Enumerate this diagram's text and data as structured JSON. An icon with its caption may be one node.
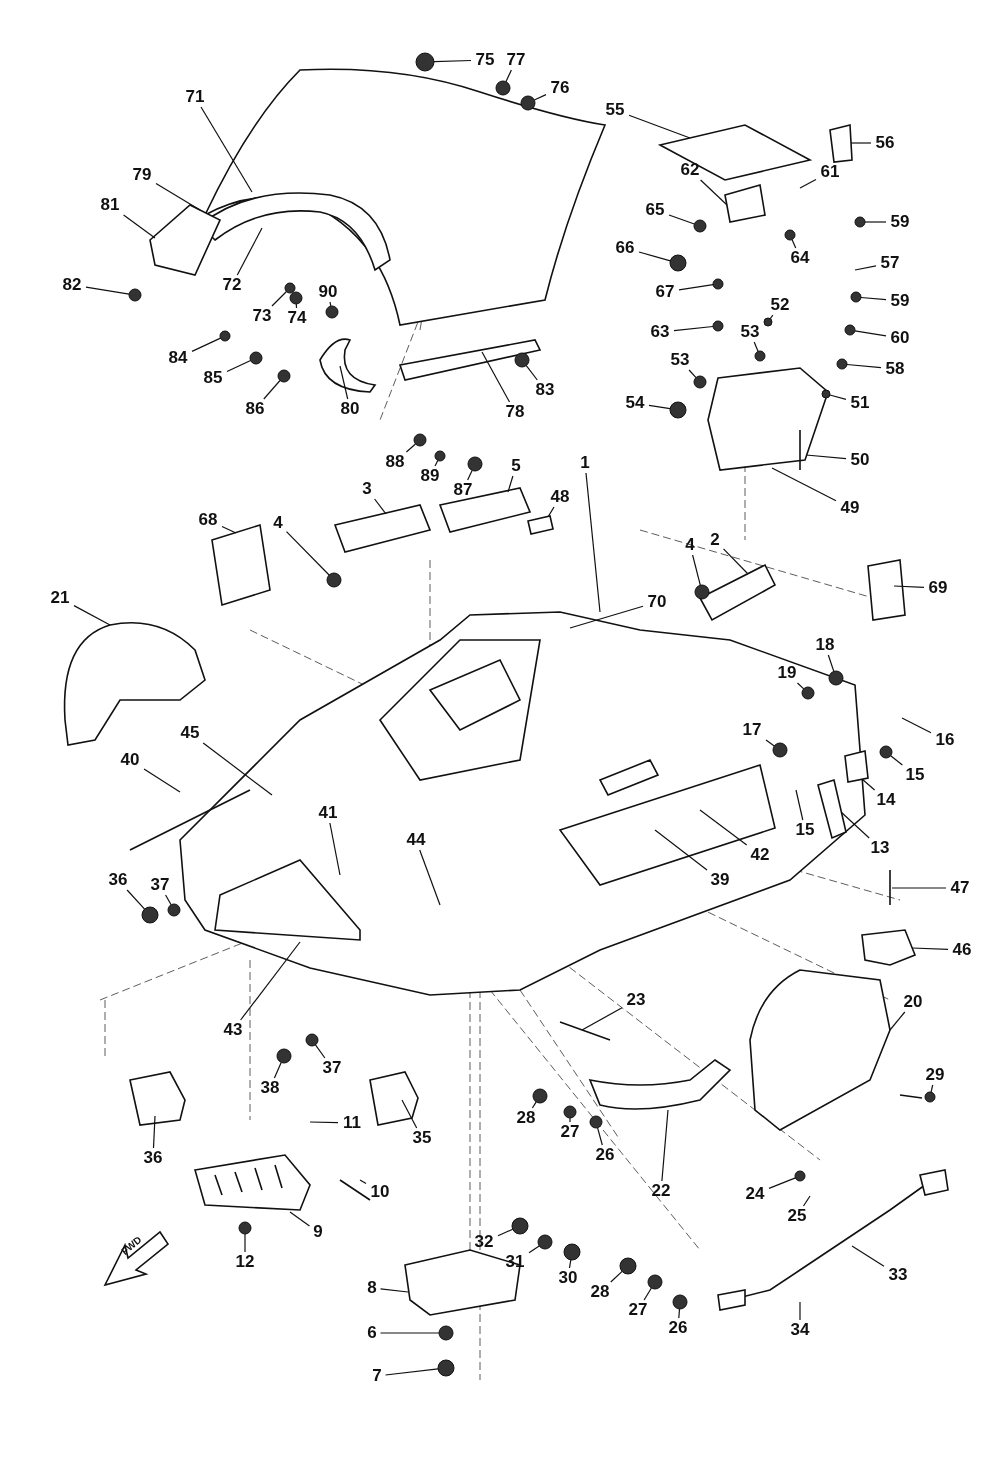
{
  "diagram": {
    "nodes": [
      {
        "text": [
          "75"
        ]
      },
      {
        "text": [
          "77"
        ]
      },
      {
        "text": [
          "76"
        ]
      },
      {
        "text": [
          "71"
        ]
      },
      {
        "text": [
          "55"
        ]
      },
      {
        "text": [
          "56"
        ]
      },
      {
        "text": [
          "79"
        ]
      },
      {
        "text": [
          "61"
        ]
      },
      {
        "text": [
          "62"
        ]
      },
      {
        "text": [
          "81"
        ]
      },
      {
        "text": [
          "65"
        ]
      },
      {
        "text": [
          "59"
        ]
      },
      {
        "text": [
          "66"
        ]
      },
      {
        "text": [
          "64"
        ]
      },
      {
        "text": [
          "57"
        ]
      },
      {
        "text": [
          "82"
        ]
      },
      {
        "text": [
          "72"
        ]
      },
      {
        "text": [
          "90"
        ]
      },
      {
        "text": [
          "67"
        ]
      },
      {
        "text": [
          "59"
        ]
      },
      {
        "text": [
          "52"
        ]
      },
      {
        "text": [
          "73"
        ]
      },
      {
        "text": [
          "74"
        ]
      },
      {
        "text": [
          "63"
        ]
      },
      {
        "text": [
          "53"
        ]
      },
      {
        "text": [
          "60"
        ]
      },
      {
        "text": [
          "84"
        ]
      },
      {
        "text": [
          "58"
        ]
      },
      {
        "text": [
          "53"
        ]
      },
      {
        "text": [
          "85"
        ]
      },
      {
        "text": [
          "83"
        ]
      },
      {
        "text": [
          "51"
        ]
      },
      {
        "text": [
          "54"
        ]
      },
      {
        "text": [
          "86"
        ]
      },
      {
        "text": [
          "80"
        ]
      },
      {
        "text": [
          "78"
        ]
      },
      {
        "text": [
          "50"
        ]
      },
      {
        "text": [
          "88"
        ]
      },
      {
        "text": [
          "5"
        ]
      },
      {
        "text": [
          "1"
        ]
      },
      {
        "text": [
          "89"
        ]
      },
      {
        "text": [
          "3"
        ]
      },
      {
        "text": [
          "87"
        ]
      },
      {
        "text": [
          "48"
        ]
      },
      {
        "text": [
          "49"
        ]
      },
      {
        "text": [
          "68"
        ]
      },
      {
        "text": [
          "4"
        ]
      },
      {
        "text": [
          "2"
        ]
      },
      {
        "text": [
          "4"
        ]
      },
      {
        "text": [
          "69"
        ]
      },
      {
        "text": [
          "21"
        ]
      },
      {
        "text": [
          "70"
        ]
      },
      {
        "text": [
          "18"
        ]
      },
      {
        "text": [
          "19"
        ]
      },
      {
        "text": [
          "17"
        ]
      },
      {
        "text": [
          "45"
        ]
      },
      {
        "text": [
          "16"
        ]
      },
      {
        "text": [
          "40"
        ]
      },
      {
        "text": [
          "15"
        ]
      },
      {
        "text": [
          "14"
        ]
      },
      {
        "text": [
          "41"
        ]
      },
      {
        "text": [
          "15"
        ]
      },
      {
        "text": [
          "44"
        ]
      },
      {
        "text": [
          "13"
        ]
      },
      {
        "text": [
          "42"
        ]
      },
      {
        "text": [
          "39"
        ]
      },
      {
        "text": [
          "36"
        ]
      },
      {
        "text": [
          "37"
        ]
      },
      {
        "text": [
          "47"
        ]
      },
      {
        "text": [
          "46"
        ]
      },
      {
        "text": [
          "23"
        ]
      },
      {
        "text": [
          "20"
        ]
      },
      {
        "text": [
          "43"
        ]
      },
      {
        "text": [
          "37"
        ]
      },
      {
        "text": [
          "29"
        ]
      },
      {
        "text": [
          "38"
        ]
      },
      {
        "text": [
          "28"
        ]
      },
      {
        "text": [
          "11"
        ]
      },
      {
        "text": [
          "27"
        ]
      },
      {
        "text": [
          "35"
        ]
      },
      {
        "text": [
          "26"
        ]
      },
      {
        "text": [
          "36"
        ]
      },
      {
        "text": [
          "22"
        ]
      },
      {
        "text": [
          "10"
        ]
      },
      {
        "text": [
          "24"
        ]
      },
      {
        "text": [
          "25"
        ]
      },
      {
        "text": [
          "9"
        ]
      },
      {
        "text": [
          "32"
        ]
      },
      {
        "text": [
          "12"
        ]
      },
      {
        "text": [
          "31"
        ]
      },
      {
        "text": [
          "33"
        ]
      },
      {
        "text": [
          "30"
        ]
      },
      {
        "text": [
          "8"
        ]
      },
      {
        "text": [
          "28"
        ]
      },
      {
        "text": [
          "27"
        ]
      },
      {
        "text": [
          "26"
        ]
      },
      {
        "text": [
          "34"
        ]
      },
      {
        "text": [
          "6"
        ]
      },
      {
        "text": [
          "7"
        ]
      },
      {
        "text": [],
        "shape": "circle"
      },
      {
        "text": [],
        "shape": "circle"
      },
      {
        "text": [],
        "shape": "circle"
      },
      {
        "text": [],
        "shape": "circle"
      },
      {
        "text": [],
        "shape": "circle"
      },
      {
        "text": [],
        "shape": "circle"
      },
      {
        "text": [],
        "shape": "circle"
      },
      {
        "text": [],
        "shape": "circle"
      },
      {
        "text": [],
        "shape": "circle"
      },
      {
        "text": [],
        "shape": "circle"
      },
      {
        "text": [],
        "shape": "circle"
      },
      {
        "text": [],
        "shape": "circle"
      },
      {
        "text": [],
        "shape": "circle"
      },
      {
        "text": [],
        "shape": "circle"
      },
      {
        "text": [],
        "shape": "circle"
      },
      {
        "text": [],
        "shape": "circle"
      },
      {
        "text": [],
        "shape": "circle"
      },
      {
        "text": [],
        "shape": "circle"
      },
      {
        "text": [],
        "shape": "circle"
      },
      {
        "text": [],
        "shape": "circle"
      },
      {
        "text": [],
        "shape": "circle"
      },
      {
        "text": [],
        "shape": "circle"
      },
      {
        "text": [],
        "shape": "circle"
      },
      {
        "text": [],
        "shape": "circle"
      },
      {
        "text": [],
        "shape": "circle"
      },
      {
        "text": [],
        "shape": "circle"
      },
      {
        "text": [],
        "shape": "circle"
      },
      {
        "text": [],
        "shape": "circle"
      },
      {
        "text": [],
        "shape": "circle"
      },
      {
        "text": [],
        "shape": "circle"
      },
      {
        "text": [],
        "shape": "circle"
      },
      {
        "text": [],
        "shape": "circle"
      },
      {
        "text": [],
        "shape": "circle"
      },
      {
        "text": [],
        "shape": "circle"
      },
      {
        "text": [],
        "shape": "circle"
      },
      {
        "text": [],
        "shape": "circle"
      },
      {
        "text": [],
        "shape": "circle"
      },
      {
        "text": [],
        "shape": "circle"
      },
      {
        "text": [],
        "shape": "circle"
      },
      {
        "text": [],
        "shape": "circle"
      },
      {
        "text": [],
        "shape": "circle"
      },
      {
        "text": [],
        "shape": "circle"
      },
      {
        "text": [],
        "shape": "circle"
      },
      {
        "text": [],
        "shape": "circle"
      },
      {
        "text": [],
        "shape": "circle"
      },
      {
        "text": [],
        "shape": "circle"
      },
      {
        "text": [],
        "shape": "circle"
      },
      {
        "text": [],
        "shape": "circle"
      },
      {
        "text": [],
        "shape": "circle"
      },
      {
        "text": [],
        "shape": "circle"
      },
      {
        "text": [],
        "shape": "circle"
      },
      {
        "text": [],
        "shape": "circle"
      },
      {
        "text": [],
        "shape": "box"
      },
      {
        "text": [],
        "shape": "box"
      },
      {
        "text": [],
        "shape": "box"
      },
      {
        "text": [],
        "shape": "box"
      },
      {
        "text": [],
        "shape": "box"
      }
    ],
    "edges": [
      {
        "from": 0,
        "to": 99,
        "arrow": "none"
      },
      {
        "from": 1,
        "to": 100,
        "arrow": "none"
      },
      {
        "from": 2,
        "to": 101,
        "arrow": "none"
      },
      {
        "from": 3,
        "to": null,
        "arrow": "none"
      },
      {
        "from": 4,
        "to": 151,
        "arrow": "none"
      },
      {
        "from": 5,
        "to": 152,
        "arrow": "none"
      },
      {
        "from": 6,
        "to": null,
        "arrow": "none"
      },
      {
        "from": 7,
        "to": null,
        "arrow": "none"
      },
      {
        "from": 8,
        "to": null,
        "arrow": "none"
      },
      {
        "from": 9,
        "to": null,
        "arrow": "none"
      },
      {
        "from": 10,
        "to": 110,
        "arrow": "none"
      },
      {
        "from": 11,
        "to": 114,
        "arrow": "none"
      },
      {
        "from": 12,
        "to": 109,
        "arrow": "none"
      },
      {
        "from": 13,
        "to": 113,
        "arrow": "none"
      },
      {
        "from": 14,
        "to": null,
        "arrow": "none"
      },
      {
        "from": 15,
        "to": 108,
        "arrow": "none"
      },
      {
        "from": 16,
        "to": null,
        "arrow": "none"
      },
      {
        "from": 17,
        "to": 102,
        "arrow": "none"
      },
      {
        "from": 18,
        "to": 111,
        "arrow": "none"
      },
      {
        "from": 19,
        "to": 115,
        "arrow": "none"
      },
      {
        "from": 20,
        "to": 122,
        "arrow": "none"
      },
      {
        "from": 21,
        "to": 104,
        "arrow": "none"
      },
      {
        "from": 22,
        "to": 103,
        "arrow": "none"
      },
      {
        "from": 23,
        "to": 112,
        "arrow": "none"
      },
      {
        "from": 24,
        "to": 119,
        "arrow": "none"
      },
      {
        "from": 25,
        "to": 116,
        "arrow": "none"
      },
      {
        "from": 26,
        "to": 107,
        "arrow": "none"
      },
      {
        "from": 27,
        "to": 117,
        "arrow": "none"
      },
      {
        "from": 28,
        "to": 120,
        "arrow": "none"
      },
      {
        "from": 29,
        "to": 105,
        "arrow": "none"
      },
      {
        "from": 30,
        "to": 126,
        "arrow": "none"
      },
      {
        "from": 31,
        "to": 118,
        "arrow": "none"
      },
      {
        "from": 32,
        "to": 121,
        "arrow": "none"
      },
      {
        "from": 33,
        "to": 106,
        "arrow": "none"
      },
      {
        "from": 34,
        "to": null,
        "arrow": "none"
      },
      {
        "from": 35,
        "to": null,
        "arrow": "none"
      },
      {
        "from": 36,
        "to": null,
        "arrow": "none"
      },
      {
        "from": 37,
        "to": 123,
        "arrow": "none"
      },
      {
        "from": 38,
        "to": null,
        "arrow": "none"
      },
      {
        "from": 39,
        "to": null,
        "arrow": "none"
      },
      {
        "from": 40,
        "to": 124,
        "arrow": "none"
      },
      {
        "from": 41,
        "to": null,
        "arrow": "none"
      },
      {
        "from": 42,
        "to": 125,
        "arrow": "none"
      },
      {
        "from": 43,
        "to": 153,
        "arrow": "none"
      },
      {
        "from": 44,
        "to": null,
        "arrow": "none"
      },
      {
        "from": 45,
        "to": null,
        "arrow": "none"
      },
      {
        "from": 46,
        "to": 127,
        "arrow": "none"
      },
      {
        "from": 47,
        "to": null,
        "arrow": "none"
      },
      {
        "from": 48,
        "to": 128,
        "arrow": "none"
      },
      {
        "from": 49,
        "to": null,
        "arrow": "none"
      },
      {
        "from": 50,
        "to": null,
        "arrow": "none"
      },
      {
        "from": 51,
        "to": null,
        "arrow": "none"
      },
      {
        "from": 52,
        "to": 129,
        "arrow": "none"
      },
      {
        "from": 53,
        "to": 130,
        "arrow": "none"
      },
      {
        "from": 54,
        "to": 131,
        "arrow": "none"
      },
      {
        "from": 55,
        "to": null,
        "arrow": "none"
      },
      {
        "from": 56,
        "to": null,
        "arrow": "none"
      },
      {
        "from": 57,
        "to": null,
        "arrow": "none"
      },
      {
        "from": 58,
        "to": 132,
        "arrow": "none"
      },
      {
        "from": 59,
        "to": 154,
        "arrow": "none"
      },
      {
        "from": 60,
        "to": null,
        "arrow": "none"
      },
      {
        "from": 61,
        "to": null,
        "arrow": "none"
      },
      {
        "from": 62,
        "to": null,
        "arrow": "none"
      },
      {
        "from": 63,
        "to": 155,
        "arrow": "none"
      },
      {
        "from": 64,
        "to": null,
        "arrow": "none"
      },
      {
        "from": 65,
        "to": null,
        "arrow": "none"
      },
      {
        "from": 66,
        "to": 133,
        "arrow": "none"
      },
      {
        "from": 67,
        "to": 134,
        "arrow": "none"
      },
      {
        "from": 68,
        "to": null,
        "arrow": "none"
      },
      {
        "from": 69,
        "to": null,
        "arrow": "none"
      },
      {
        "from": 70,
        "to": null,
        "arrow": "none"
      },
      {
        "from": 71,
        "to": null,
        "arrow": "none"
      },
      {
        "from": 72,
        "to": null,
        "arrow": "none"
      },
      {
        "from": 73,
        "to": 136,
        "arrow": "none"
      },
      {
        "from": 74,
        "to": 140,
        "arrow": "none"
      },
      {
        "from": 75,
        "to": 135,
        "arrow": "none"
      },
      {
        "from": 76,
        "to": 137,
        "arrow": "none"
      },
      {
        "from": 77,
        "to": null,
        "arrow": "none"
      },
      {
        "from": 78,
        "to": 138,
        "arrow": "none"
      },
      {
        "from": 79,
        "to": null,
        "arrow": "none"
      },
      {
        "from": 80,
        "to": 139,
        "arrow": "none"
      },
      {
        "from": 81,
        "to": null,
        "arrow": "none"
      },
      {
        "from": 82,
        "to": null,
        "arrow": "none"
      },
      {
        "from": 83,
        "to": null,
        "arrow": "none"
      },
      {
        "from": 84,
        "to": 141,
        "arrow": "none"
      },
      {
        "from": 85,
        "to": null,
        "arrow": "none"
      },
      {
        "from": 86,
        "to": null,
        "arrow": "none"
      },
      {
        "from": 87,
        "to": 143,
        "arrow": "none"
      },
      {
        "from": 88,
        "to": 142,
        "arrow": "none"
      },
      {
        "from": 89,
        "to": 144,
        "arrow": "none"
      },
      {
        "from": 90,
        "to": null,
        "arrow": "none"
      },
      {
        "from": 91,
        "to": 145,
        "arrow": "none"
      },
      {
        "from": 92,
        "to": null,
        "arrow": "none"
      },
      {
        "from": 93,
        "to": 146,
        "arrow": "none"
      },
      {
        "from": 94,
        "to": 147,
        "arrow": "none"
      },
      {
        "from": 95,
        "to": 148,
        "arrow": "none"
      },
      {
        "from": 96,
        "to": null,
        "arrow": "none"
      },
      {
        "from": 97,
        "to": 149,
        "arrow": "none"
      },
      {
        "from": 98,
        "to": 150,
        "arrow": "none"
      }
    ],
    "labels": [
      "FWD"
    ]
  }
}
